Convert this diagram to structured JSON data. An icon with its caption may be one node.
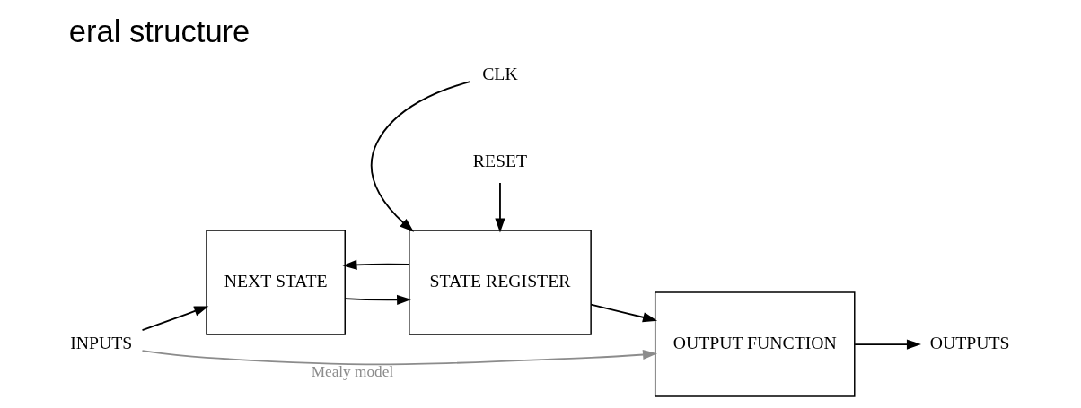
{
  "diagram": {
    "title": "eral structure",
    "nodes": [
      {
        "text": [
          "NEXT STATE"
        ]
      },
      {
        "text": [
          "STATE REGISTER"
        ]
      },
      {
        "text": [
          "OUTPUT FUNCTION"
        ]
      },
      {
        "text": [
          "CLK"
        ]
      },
      {
        "text": [
          "RESET"
        ]
      },
      {
        "text": [
          "INPUTS"
        ]
      },
      {
        "text": [
          "OUTPUTS"
        ]
      }
    ],
    "edges": [
      {
        "from": 5,
        "to": 0,
        "arrow": "to"
      },
      {
        "from": 0,
        "to": 1,
        "arrow": "to"
      },
      {
        "from": 3,
        "to": 1,
        "arrow": "to"
      },
      {
        "from": 4,
        "to": 1,
        "arrow": "to"
      },
      {
        "from": 1,
        "to": 2,
        "arrow": "to"
      },
      {
        "from": 1,
        "to": 0,
        "arrow": "to"
      },
      {
        "from": 2,
        "to": 6,
        "arrow": "to"
      },
      {
        "from": 5,
        "to": 2,
        "arrow": "to",
        "label": "Mealy model",
        "color": "#8c8c8c"
      }
    ]
  }
}
